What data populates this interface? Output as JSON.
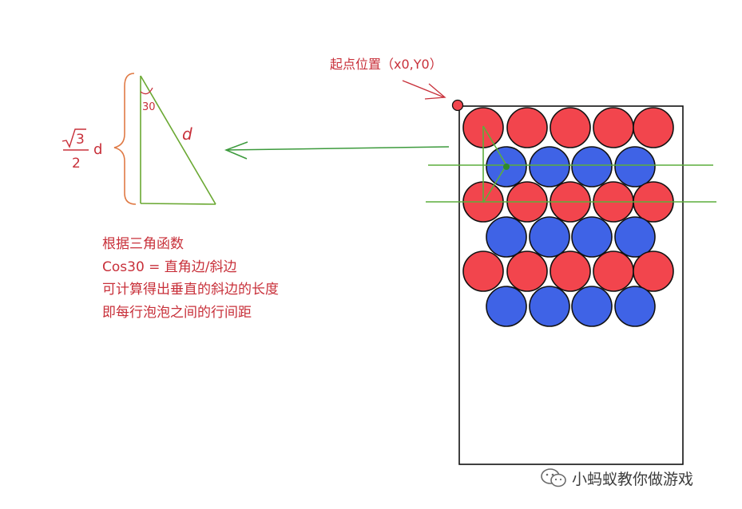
{
  "start_label": "起点位置（x0,Y0）",
  "triangle": {
    "angle_label": "30",
    "hyp_label": "d",
    "side_sqrt": "3",
    "side_den": "2",
    "side_var": "d"
  },
  "explanation": [
    "根据三角函数",
    "Cos30 = 直角边/斜边",
    "可计算得出垂直的斜边的长度",
    "即每行泡泡之间的行间距"
  ],
  "watermark": "小蚂蚁教你做游戏",
  "bubble_rows": [
    {
      "color": "red",
      "count": 5
    },
    {
      "color": "blue",
      "count": 4
    },
    {
      "color": "red",
      "count": 5
    },
    {
      "color": "blue",
      "count": 4
    },
    {
      "color": "red",
      "count": 5
    },
    {
      "color": "blue",
      "count": 4
    }
  ],
  "colors": {
    "red": "#f2454d",
    "blue": "#3f63e6",
    "annotation": "#c8303a",
    "guide": "#5cae3c",
    "outline": "#111111"
  }
}
